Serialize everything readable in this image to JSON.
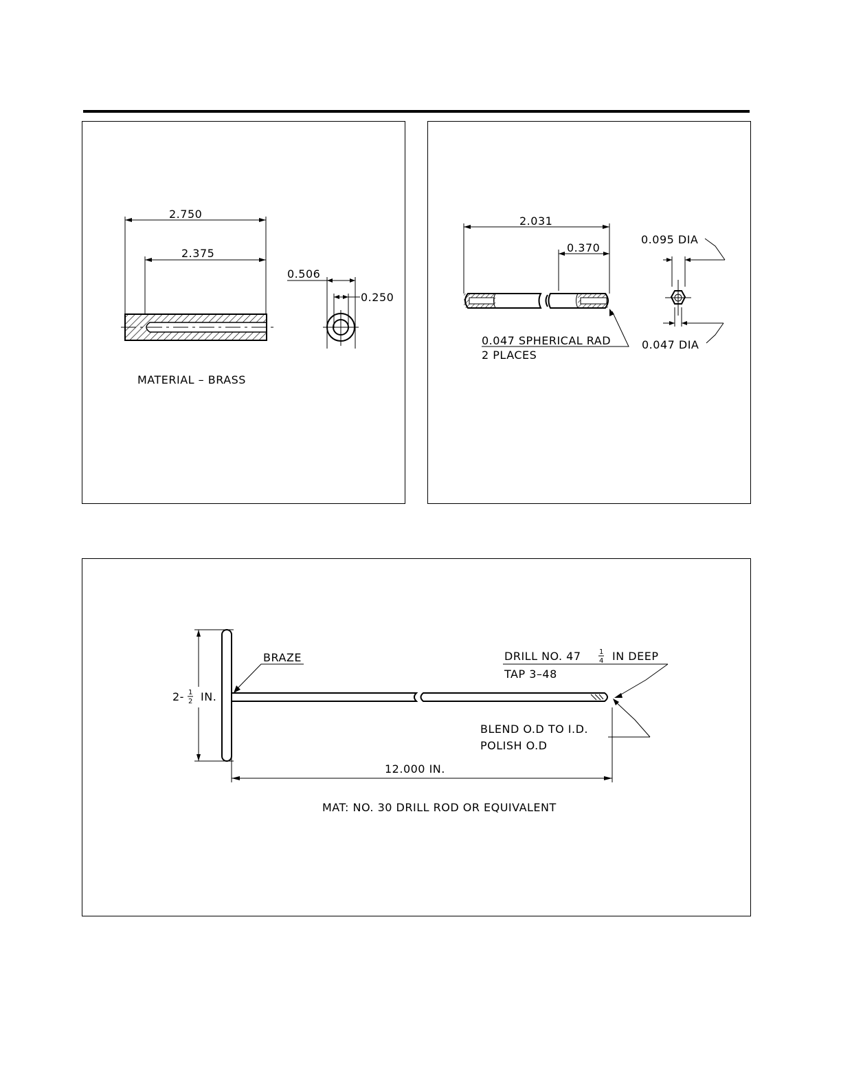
{
  "panel_a": {
    "dim_overall": "2.750",
    "dim_bore_depth": "2.375",
    "dim_od": "0.506",
    "dim_id": "0.250",
    "material_note": "MATERIAL – BRASS"
  },
  "panel_b": {
    "dim_overall": "2.031",
    "dim_end": "0.370",
    "dim_large_dia": "0.095 DIA",
    "dim_small_dia": "0.047 DIA",
    "note_line1": "0.047 SPHERICAL RAD",
    "note_line2": "2 PLACES"
  },
  "panel_c": {
    "label_braze": "BRAZE",
    "dim_handle_whole": "2-",
    "dim_handle_num": "1",
    "dim_handle_den": "2",
    "dim_handle_unit": "IN.",
    "note_drill_a": "DRILL NO. 47",
    "note_drill_num": "1",
    "note_drill_den": "4",
    "note_drill_b": "IN  DEEP",
    "note_tap": "TAP 3–48",
    "note_blend": "BLEND O.D  TO I.D.",
    "note_polish": "POLISH O.D",
    "dim_length": "12.000 IN.",
    "material_note": "MAT: NO. 30 DRILL ROD OR EQUIVALENT"
  }
}
